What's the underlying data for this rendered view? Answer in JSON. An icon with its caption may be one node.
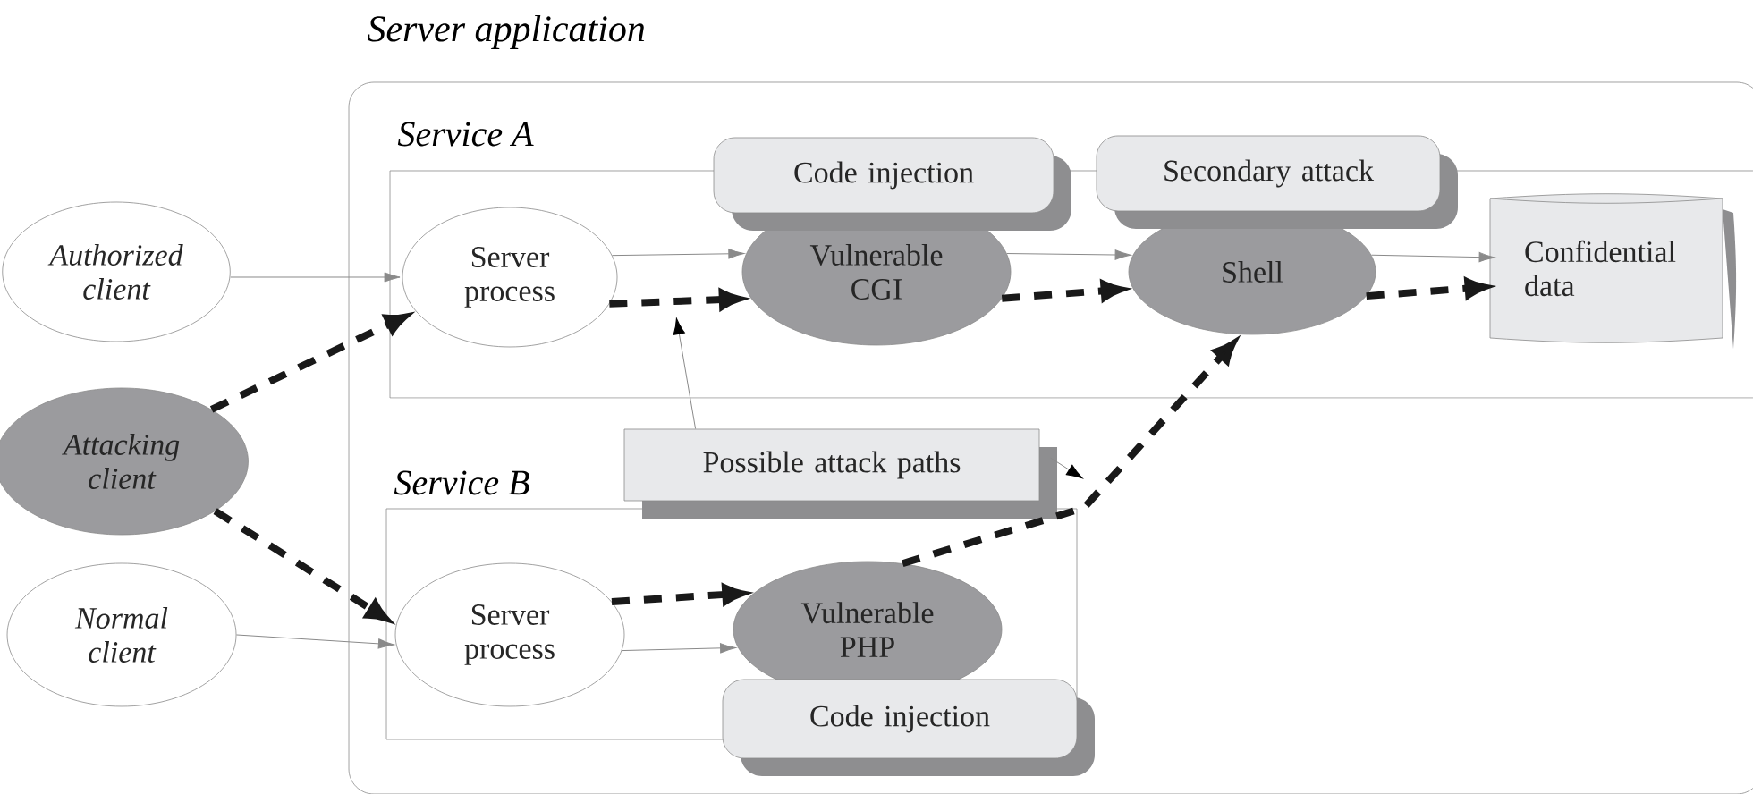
{
  "diagram": {
    "nodes": [
      {
        "text": [
          "Server application"
        ]
      },
      {
        "text": [
          "Service A"
        ],
        "in": 0
      },
      {
        "text": [
          "Service B"
        ],
        "in": 0
      },
      {
        "text": [
          "Authorized client"
        ]
      },
      {
        "text": [
          "Attacking client"
        ]
      },
      {
        "text": [
          "Normal client"
        ]
      },
      {
        "text": [
          "Server process"
        ],
        "in": 1
      },
      {
        "text": [
          "Vulnerable CGI"
        ],
        "in": 1
      },
      {
        "text": [
          "Shell"
        ],
        "in": 1
      },
      {
        "text": [
          "Confidential data"
        ],
        "in": 1
      },
      {
        "text": [
          "Code injection"
        ],
        "in": 0
      },
      {
        "text": [
          "Secondary attack"
        ],
        "in": 0
      },
      {
        "text": [
          "Possible attack paths"
        ],
        "in": 0
      },
      {
        "text": [
          "Server process"
        ],
        "in": 2
      },
      {
        "text": [
          "Vulnerable PHP"
        ],
        "in": 2
      },
      {
        "text": [
          "Code injection"
        ],
        "in": 0
      }
    ],
    "edges": [
      {
        "from": 3,
        "to": 6,
        "arrow": "to"
      },
      {
        "from": 4,
        "to": 6,
        "arrow": "to",
        "style": "dashed",
        "color": "#191919"
      },
      {
        "from": 4,
        "to": 13,
        "arrow": "to",
        "style": "dashed",
        "color": "#191919"
      },
      {
        "from": 5,
        "to": 13,
        "arrow": "to"
      },
      {
        "from": 6,
        "to": 7,
        "arrow": "to"
      },
      {
        "from": 6,
        "to": 7,
        "arrow": "to",
        "style": "dashed",
        "color": "#191919"
      },
      {
        "from": 7,
        "to": 8,
        "arrow": "to"
      },
      {
        "from": 7,
        "to": 8,
        "arrow": "to",
        "style": "dashed",
        "color": "#191919"
      },
      {
        "from": 8,
        "to": 9,
        "arrow": "to"
      },
      {
        "from": 8,
        "to": 9,
        "arrow": "to",
        "style": "dashed",
        "color": "#191919"
      },
      {
        "from": 13,
        "to": 14,
        "arrow": "to"
      },
      {
        "from": 13,
        "to": 14,
        "arrow": "to",
        "style": "dashed",
        "color": "#191919"
      },
      {
        "from": 14,
        "to": 8,
        "arrow": "to",
        "style": "dashed",
        "color": "#191919"
      },
      {
        "from": 12,
        "to": null,
        "arrow": "to"
      },
      {
        "from": 12,
        "to": null,
        "arrow": "to"
      }
    ]
  }
}
